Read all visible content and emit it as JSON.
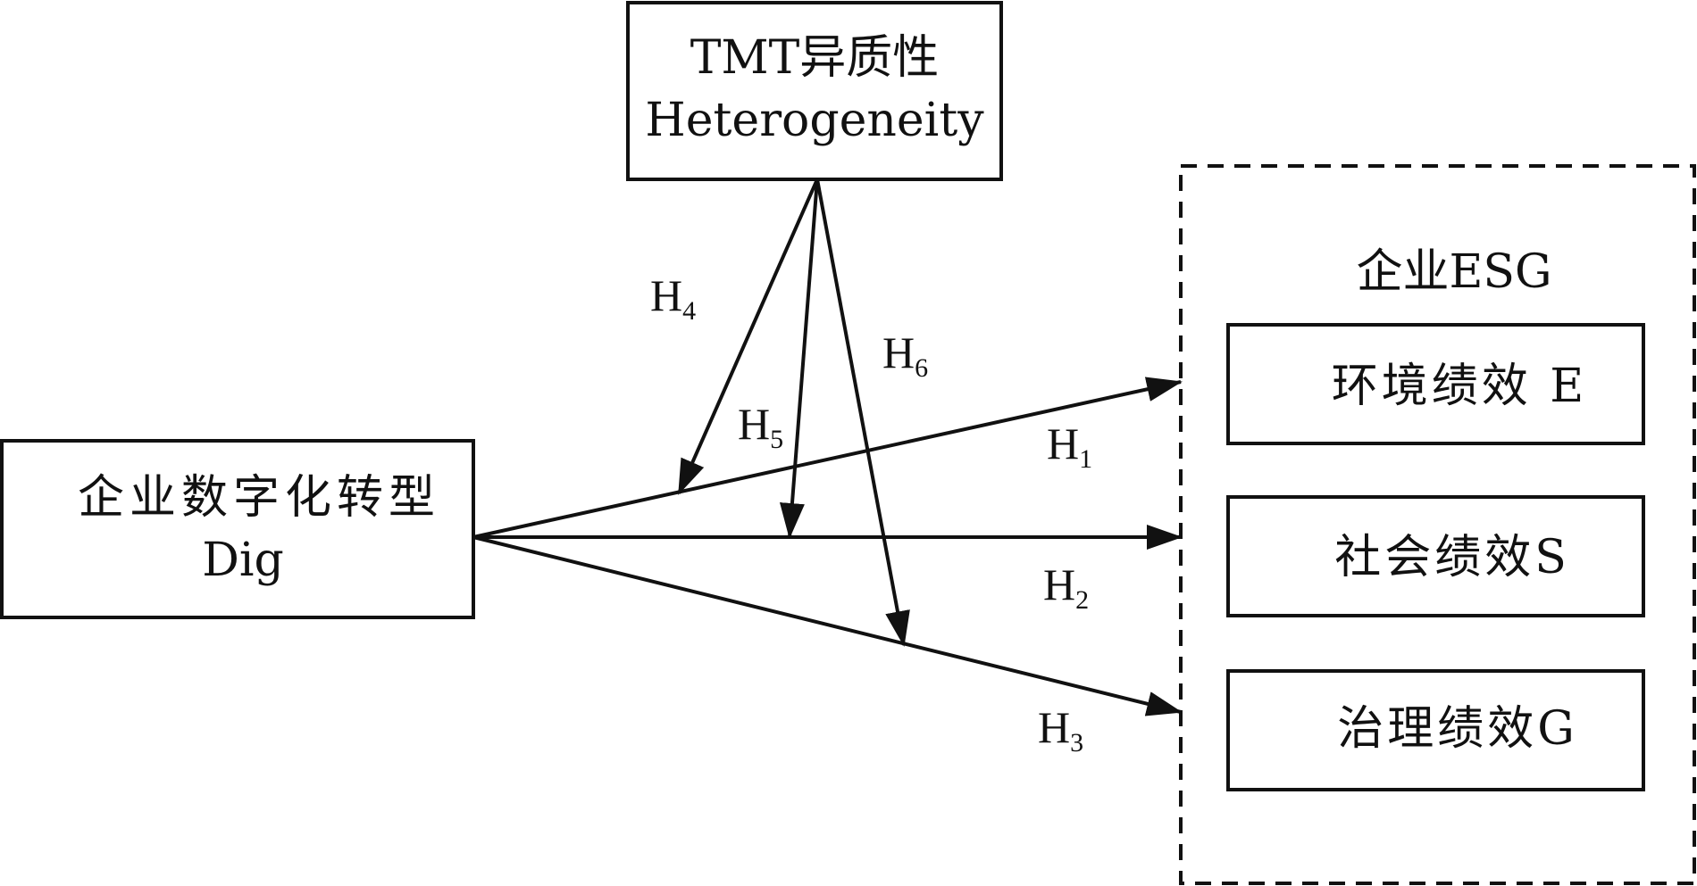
{
  "moderator": {
    "line1": "TMT异质性",
    "line2": "Heterogeneity"
  },
  "independent": {
    "line1": "企业数字化转型",
    "line2": "Dig"
  },
  "outcome_group": {
    "title": "企业ESG",
    "items": [
      {
        "label": "环境绩效 E"
      },
      {
        "label": "社会绩效S"
      },
      {
        "label": "治理绩效G"
      }
    ]
  },
  "hypotheses": [
    {
      "letter": "H",
      "num": "1"
    },
    {
      "letter": "H",
      "num": "2"
    },
    {
      "letter": "H",
      "num": "3"
    },
    {
      "letter": "H",
      "num": "4"
    },
    {
      "letter": "H",
      "num": "5"
    },
    {
      "letter": "H",
      "num": "6"
    }
  ],
  "colors": {
    "stroke": "#111111",
    "background": "#ffffff"
  }
}
